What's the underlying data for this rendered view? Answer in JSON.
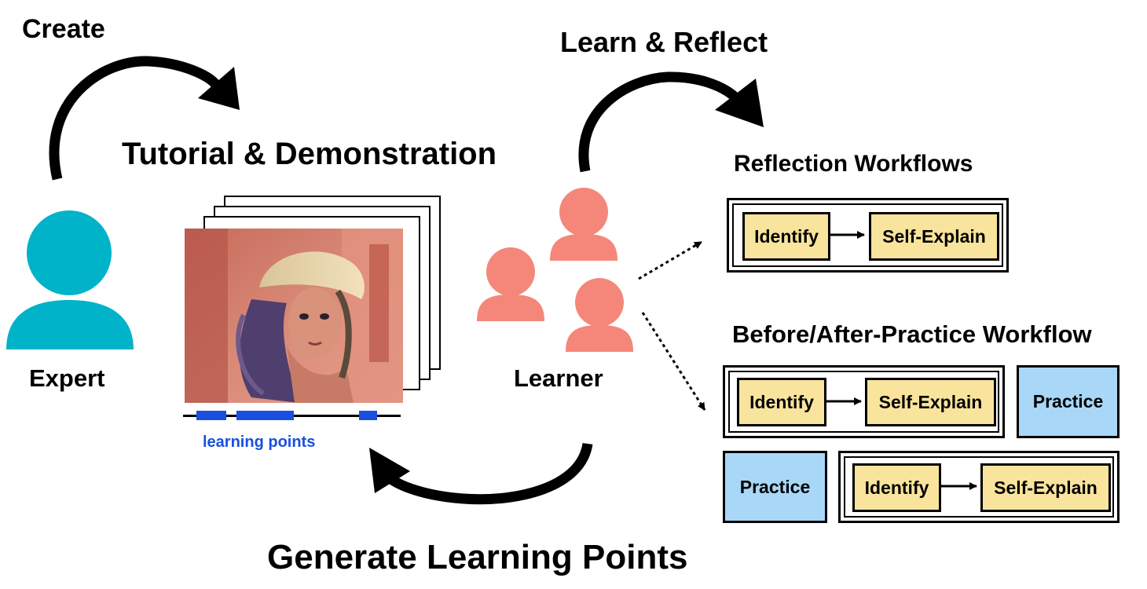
{
  "labels": {
    "create": "Create",
    "tutorial": "Tutorial & Demonstration",
    "learn_reflect": "Learn & Reflect",
    "reflection_workflows": "Reflection Workflows",
    "before_after": "Before/After-Practice Workflow",
    "expert": "Expert",
    "learner": "Learner",
    "learning_points": "learning points",
    "generate": "Generate Learning Points"
  },
  "reflection_workflow": {
    "step1": "Identify",
    "step2": "Self-Explain"
  },
  "before_practice_workflow": {
    "step1": "Identify",
    "step2": "Self-Explain",
    "practice": "Practice"
  },
  "after_practice_workflow": {
    "practice": "Practice",
    "step1": "Identify",
    "step2": "Self-Explain"
  },
  "colors": {
    "expert": "#00b3c9",
    "learner": "#f4877a",
    "step_box": "#f8e49c",
    "practice_box": "#a9d7f7",
    "learning_points": "#1a4fe0"
  },
  "icons": {
    "expert": "person-icon",
    "learner": "person-icon",
    "tutorial_image": "painted-portrait-image"
  }
}
